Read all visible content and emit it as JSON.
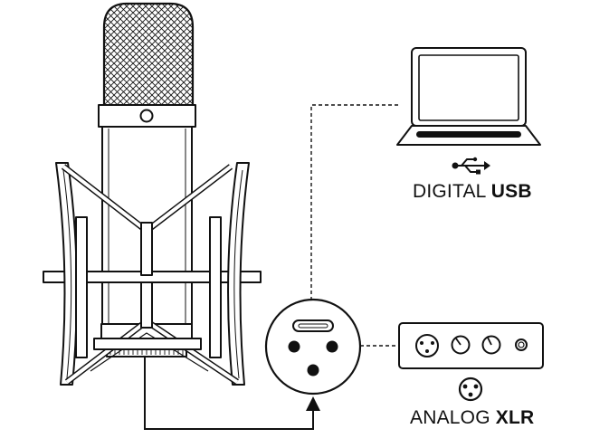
{
  "labels": {
    "usb_prefix": "DIGITAL",
    "usb_strong": "USB",
    "xlr_prefix": "ANALOG",
    "xlr_strong": "XLR"
  },
  "icons": {
    "usb": "usb-icon",
    "xlr": "xlr-icon",
    "laptop": "laptop-icon",
    "interface": "audio-interface-icon",
    "microphone": "microphone-icon"
  },
  "colors": {
    "line": "#111111",
    "background": "#ffffff"
  }
}
